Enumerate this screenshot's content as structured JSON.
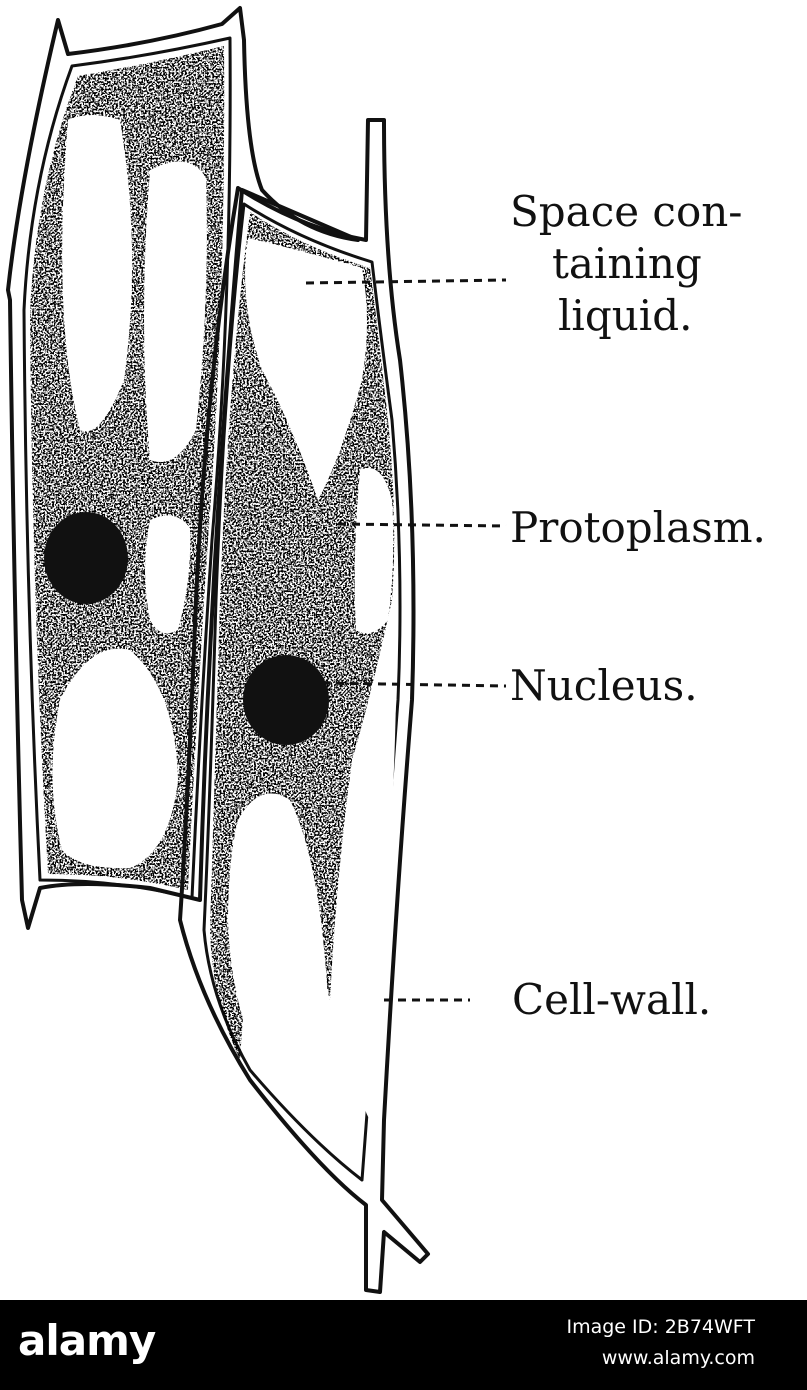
{
  "labels": {
    "space": [
      "Space con-",
      "taining",
      "liquid."
    ],
    "protoplasm": "Protoplasm.",
    "nucleus": "Nucleus.",
    "cell_wall": "Cell-wall."
  },
  "footer": {
    "logo": "alamy",
    "image_id": "Image ID: 2B74WFT",
    "url": "www.alamy.com"
  },
  "colors": {
    "ink": "#111111",
    "footer_bg": "#000000",
    "footer_text": "#ffffff"
  }
}
